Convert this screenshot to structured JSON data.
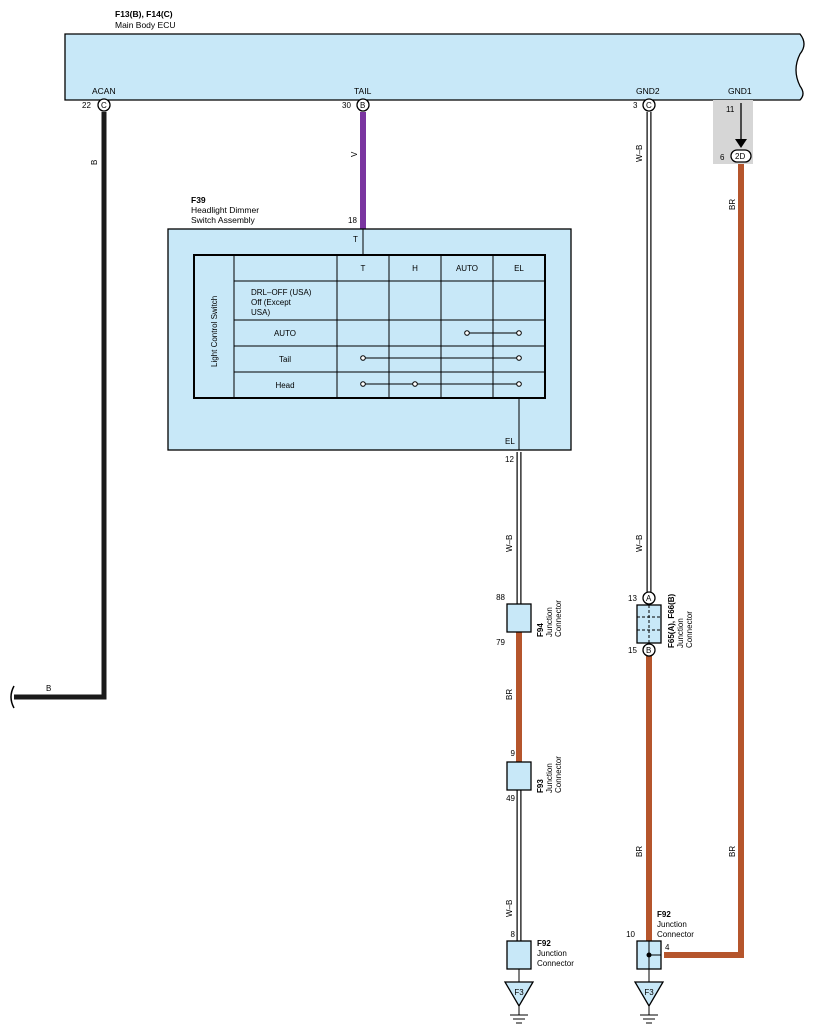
{
  "ecu": {
    "ref": "F13(B), F14(C)",
    "name": "Main Body ECU"
  },
  "ecu_pins": {
    "acan": {
      "name": "ACAN",
      "pin": "22",
      "conn": "C"
    },
    "tail": {
      "name": "TAIL",
      "pin": "30",
      "conn": "B"
    },
    "gnd2": {
      "name": "GND2",
      "pin": "3",
      "conn": "C"
    },
    "gnd1": {
      "name": "GND1",
      "pin_top": "11",
      "pin_bottom": "6",
      "conn": "2D"
    }
  },
  "switch": {
    "ref": "F39",
    "name_line1": "Headlight Dimmer",
    "name_line2": "Switch Assembly",
    "in_pin": "18",
    "in_name": "T",
    "out_name": "EL",
    "out_pin": "12",
    "side_label": "Light Control Switch",
    "columns": [
      "T",
      "H",
      "AUTO",
      "EL"
    ],
    "rows": [
      {
        "label_lines": [
          "DRL–OFF (USA)",
          "Off (Except",
          "USA)"
        ]
      },
      {
        "label_lines": [
          "AUTO"
        ]
      },
      {
        "label_lines": [
          "Tail"
        ]
      },
      {
        "label_lines": [
          "Head"
        ]
      }
    ]
  },
  "wire_colors": {
    "acan": "B",
    "acan_bottom": "B",
    "tail": "V",
    "gnd2_top": "W–B",
    "gnd2_mid": "W–B",
    "gnd1": "BR",
    "el_top": "W–B",
    "f94_f93": "BR",
    "f93_f92": "W–B",
    "f65_f92": "BR",
    "gnd1_bottom": "BR"
  },
  "connectors": {
    "f94": {
      "ref": "F94",
      "line1": "Junction",
      "line2": "Connector",
      "pin_top": "88",
      "pin_bottom": "79"
    },
    "f93": {
      "ref": "F93",
      "line1": "Junction",
      "line2": "Connector",
      "pin_top": "9",
      "pin_bottom": "49"
    },
    "f92_left": {
      "ref": "F92",
      "line1": "Junction",
      "line2": "Connector",
      "pin_top": "8"
    },
    "f65": {
      "ref": "F65(A), F66(B)",
      "line1": "Junction",
      "line2": "Connector",
      "pin_top": "13",
      "pin_bottom": "15",
      "conn_top": "A",
      "conn_bottom": "B"
    },
    "f92_right": {
      "ref": "F92",
      "line1": "Junction",
      "line2": "Connector",
      "pin_top": "10",
      "pin_right": "4"
    }
  },
  "grounds": {
    "left": "F3",
    "right": "F3"
  },
  "colors": {
    "component_fill": "#c8e8f8",
    "black_wire": "#1a1a1a",
    "violet_wire": "#7a35a0",
    "brown_wire": "#b5552c",
    "white_black_wire": "#ffffff",
    "ground_shade": "#d6d6d6"
  }
}
